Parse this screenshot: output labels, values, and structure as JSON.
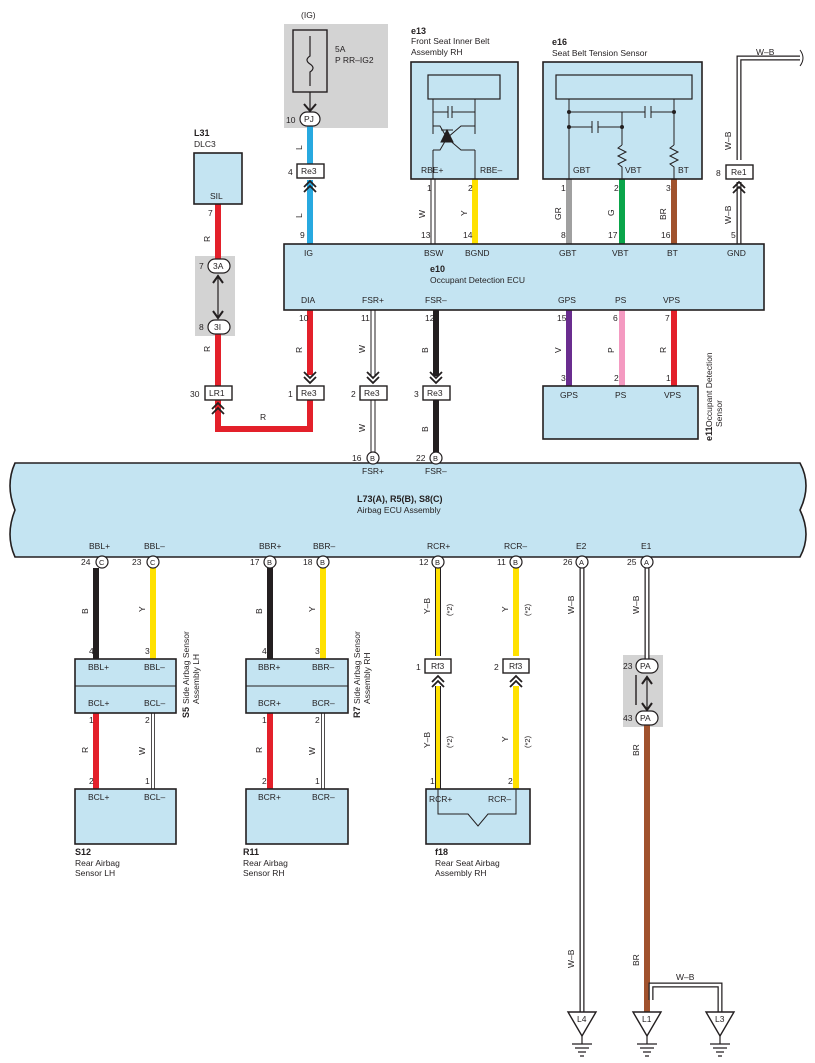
{
  "colors": {
    "box_fill": "#c4e4f2",
    "gray_fill": "#d3d3d3",
    "L": "#28a9e0",
    "R": "#e3202a",
    "W": "#ffffff",
    "B": "#231f20",
    "Y": "#ffe100",
    "GR": "#a0a0a0",
    "G": "#0aa54a",
    "BR": "#a0522d",
    "V": "#6a2d8f",
    "P": "#f49ac1"
  },
  "fuse": {
    "header": "(IG)",
    "rating": "5A",
    "name": "P RR–IG2"
  },
  "components": {
    "L31": {
      "code": "L31",
      "name": "DLC3",
      "pin": "SIL"
    },
    "e13": {
      "code": "e13",
      "name1": "Front Seat Inner Belt",
      "name2": "Assembly RH",
      "pin1": "RBE+",
      "pin2": "RBE–"
    },
    "e16": {
      "code": "e16",
      "name": "Seat Belt Tension Sensor",
      "pin1": "GBT",
      "pin2": "VBT",
      "pin3": "BT"
    },
    "e10": {
      "code": "e10",
      "name": "Occupant Detection ECU",
      "top_pins": [
        "IG",
        "BSW",
        "BGND",
        "GBT",
        "VBT",
        "BT",
        "GND"
      ],
      "bottom_pins": [
        "DIA",
        "FSR+",
        "FSR–",
        "GPS",
        "PS",
        "VPS"
      ]
    },
    "e11": {
      "code": "e11",
      "name1": "Occupant Detection",
      "name2": "Sensor",
      "pins": [
        "GPS",
        "PS",
        "VPS"
      ]
    },
    "airbag": {
      "title": "L73(A), R5(B), S8(C)",
      "name": "Airbag ECU Assembly",
      "top_pins": [
        "FSR+",
        "FSR–"
      ],
      "bottom_pins": [
        "BBL+",
        "BBL–",
        "BBR+",
        "BBR–",
        "RCR+",
        "RCR–",
        "E2",
        "E1"
      ]
    },
    "S5": {
      "code": "S5",
      "name1": "Side Airbag Sensor",
      "name2": "Assembly LH",
      "pins": [
        "BBL+",
        "BBL–",
        "BCL+",
        "BCL–"
      ]
    },
    "R7": {
      "code": "R7",
      "name1": "Side Airbag Sensor",
      "name2": "Assembly RH",
      "pins": [
        "BBR+",
        "BBR–",
        "BCR+",
        "BCR–"
      ]
    },
    "S12": {
      "code": "S12",
      "name1": "Rear Airbag",
      "name2": "Sensor LH",
      "pins": [
        "BCL+",
        "BCL–"
      ]
    },
    "R11": {
      "code": "R11",
      "name1": "Rear Airbag",
      "name2": "Sensor RH",
      "pins": [
        "BCR+",
        "BCR–"
      ]
    },
    "f18": {
      "code": "f18",
      "name1": "Rear Seat Airbag",
      "name2": "Assembly RH",
      "pins": [
        "RCR+",
        "RCR–"
      ]
    }
  },
  "connectors": {
    "PJ": "PJ",
    "Re3": "Re3",
    "Re1": "Re1",
    "LR1": "LR1",
    "Rf3": "Rf3",
    "c3A": "3A",
    "c3I": "3I",
    "PA": "PA",
    "A": "A",
    "B": "B",
    "C": "C"
  },
  "pin_numbers": {
    "pj": "10",
    "re3_top": "4",
    "l31_sil": "7",
    "c3a": "7",
    "c3i": "8",
    "lr1": "30",
    "e10_ig": "9",
    "e13_rbe_plus": "1",
    "e13_rbe_minus": "2",
    "e10_bsw": "13",
    "e10_bgnd": "14",
    "e16_gbt": "1",
    "e16_vbt": "2",
    "e16_bt": "3",
    "e10_gbt": "8",
    "e10_vbt": "17",
    "e10_bt": "16",
    "re1": "8",
    "e10_gnd": "5",
    "e10_dia": "10",
    "e10_fsrp": "11",
    "e10_fsrm": "12",
    "e10_gps": "15",
    "e10_ps": "6",
    "e10_vps": "7",
    "re3_dia": "1",
    "re3_fsrp": "2",
    "re3_fsrm": "3",
    "e11_gps": "3",
    "e11_ps": "2",
    "e11_vps": "1",
    "ab_fsrp": "16",
    "ab_fsrm": "22",
    "ab_bblp": "24",
    "ab_bblm": "23",
    "ab_bbrp": "17",
    "ab_bbrm": "18",
    "ab_rcrp": "12",
    "ab_rcrm": "11",
    "ab_e2": "26",
    "ab_e1": "25",
    "s5_bblp": "4",
    "s5_bblm": "3",
    "r7_bbrp": "4",
    "r7_bbrm": "3",
    "s5_bclp": "1",
    "s5_bclm": "2",
    "r7_bcrp": "1",
    "r7_bcrm": "2",
    "s12_bclp": "2",
    "s12_bclm": "1",
    "r11_bcrp": "2",
    "r11_bcrm": "1",
    "rf3_1": "1",
    "rf3_2": "2",
    "f18_rcrp": "1",
    "f18_rcrm": "2",
    "pa_top": "23",
    "pa_bot": "43"
  },
  "wire_labels": {
    "L": "L",
    "R": "R",
    "W": "W",
    "Y": "Y",
    "B": "B",
    "GR": "GR",
    "G": "G",
    "BR": "BR",
    "V": "V",
    "P": "P",
    "WB": "W–B",
    "YB": "Y–B",
    "note2": "(*2)"
  },
  "grounds": {
    "L4": "L4",
    "L1": "L1",
    "L3": "L3"
  }
}
